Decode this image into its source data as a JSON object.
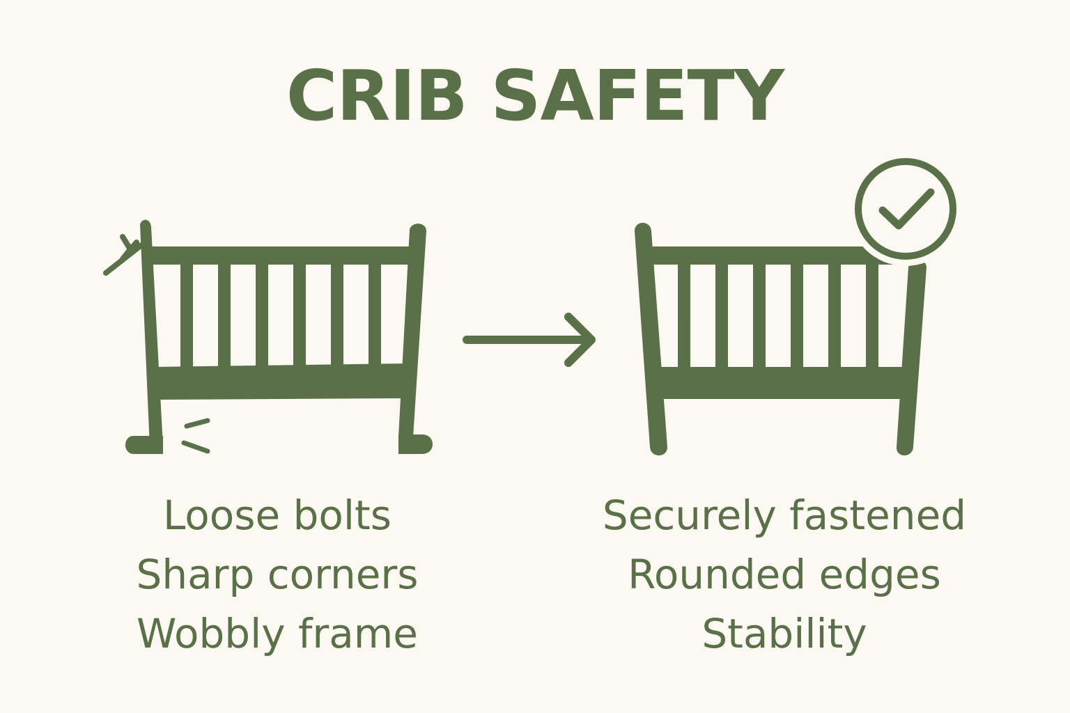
{
  "title": "CRIB SAFETY",
  "colors": {
    "background": "#fbf9f2",
    "ink": "#5a7049"
  },
  "unsafe": {
    "icon": "wobbly-crib-icon",
    "issues": [
      "Loose bolts",
      "Sharp corners",
      "Wobbly frame"
    ]
  },
  "arrow_icon": "right-arrow-icon",
  "safe": {
    "icon": "sturdy-crib-icon",
    "badge_icon": "check-circle-icon",
    "features": [
      "Securely fastened",
      "Rounded edges",
      "Stability"
    ]
  }
}
